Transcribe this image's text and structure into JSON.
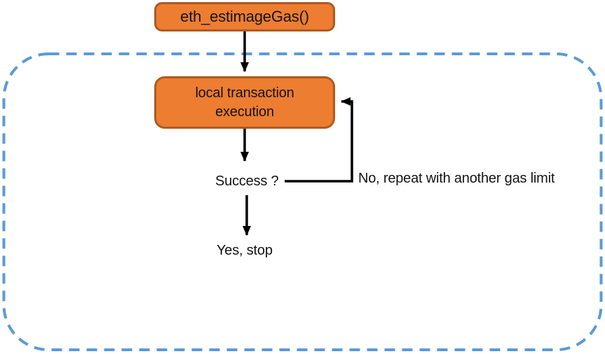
{
  "diagram": {
    "start_box_label": "eth_estimageGas()",
    "process_box_label": "local transaction execution",
    "decision_label": "Success ?",
    "loop_label": "No, repeat with another gas limit",
    "end_label": "Yes, stop"
  },
  "colors": {
    "box_fill": "#ED7D31",
    "box_border": "#AE5A21",
    "dashed_border": "#5B9BD5",
    "arrow": "#000000"
  }
}
